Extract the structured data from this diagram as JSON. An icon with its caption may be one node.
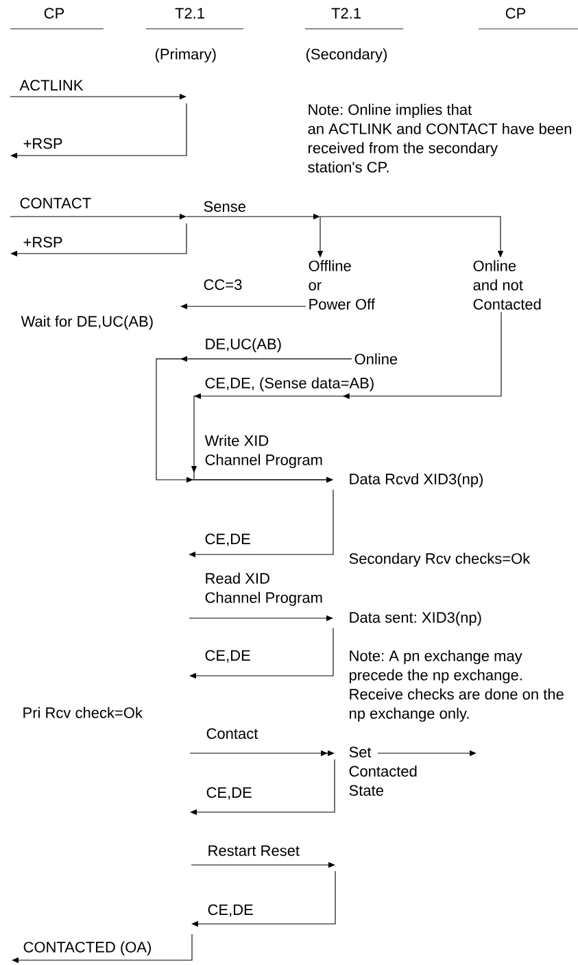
{
  "diagram": {
    "nodes": [
      {
        "text": [
          "Offline or Power Off"
        ]
      },
      {
        "text": [
          "Online and not Contacted"
        ]
      },
      {
        "text": [
          "Online"
        ]
      },
      {
        "text": [
          "Data Rcvd XID3(np)"
        ]
      },
      {
        "text": [
          "Data sent: XID3(np)"
        ]
      },
      {
        "text": [
          "Set Contacted State"
        ]
      }
    ],
    "edges": [
      {
        "from": null,
        "to": 0,
        "arrow": "to"
      },
      {
        "from": null,
        "to": 1,
        "arrow": "to"
      },
      {
        "from": 0,
        "to": null,
        "arrow": "to",
        "label": "CC=3"
      },
      {
        "from": 2,
        "to": 3,
        "arrow": "to",
        "label": "DE,UC(AB)"
      },
      {
        "from": 1,
        "to": 3,
        "arrow": "to",
        "label": "CE,DE, (Sense data=AB)"
      },
      {
        "from": 3,
        "to": null,
        "arrow": "to",
        "label": "CE,DE"
      },
      {
        "from": null,
        "to": 4,
        "arrow": "to",
        "label": "Read XID Channel Program"
      },
      {
        "from": 4,
        "to": null,
        "arrow": "to",
        "label": "CE,DE"
      },
      {
        "from": null,
        "to": 5,
        "arrow": "to",
        "label": "Contact"
      },
      {
        "from": 5,
        "to": null,
        "arrow": "to"
      },
      {
        "from": 5,
        "to": null,
        "arrow": "to",
        "label": "CE,DE"
      }
    ],
    "labels": [
      "CP",
      "T2.1",
      "T2.1",
      "CP",
      "(Primary)",
      "(Secondary)",
      "ACTLINK",
      "Note: Online implies that an ACTLINK and CONTACT have been received from the secondary station's CP.",
      "+RSP",
      "CONTACT",
      "Sense",
      "+RSP",
      "Wait for DE,UC(AB)",
      "Write XID Channel Program",
      "Secondary Rcv checks=Ok",
      "Note: A pn exchange may precede the np exchange. Receive checks are done on the np exchange only.",
      "Pri Rcv check=Ok",
      "Restart Reset",
      "CE,DE",
      "CONTACTED (OA)"
    ]
  }
}
